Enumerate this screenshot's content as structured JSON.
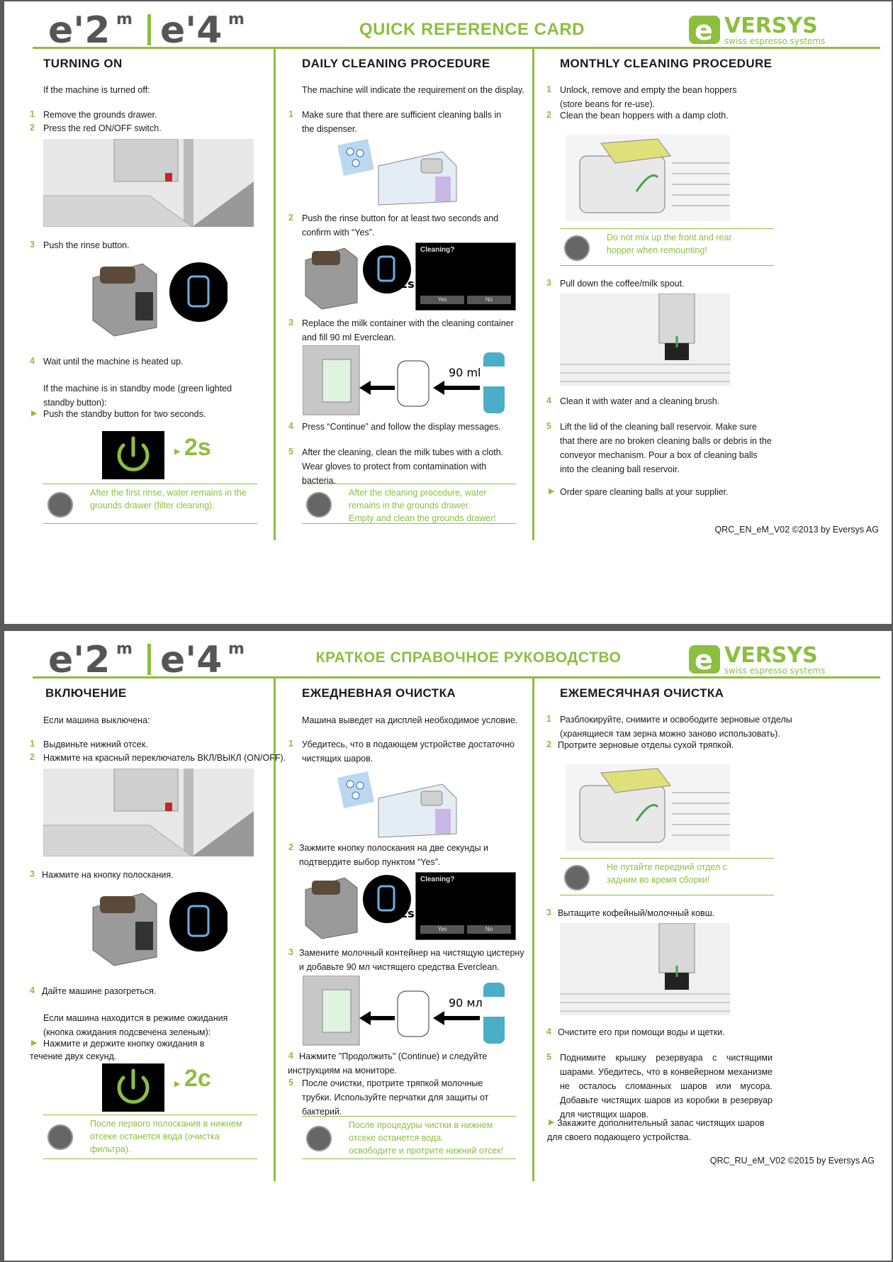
{
  "colors": {
    "accent": "#8cbf3f",
    "text": "#1a1a1a",
    "background": "#ffffff"
  },
  "en": {
    "title": "QUICK REFERENCE CARD",
    "brand": {
      "name": "VERSYS",
      "tagline": "swiss espresso systems"
    },
    "logo": {
      "left": "e'2",
      "right": "e'4",
      "sup": "m"
    },
    "col1": {
      "title": "TURNING ON",
      "intro": "If the machine is turned off:",
      "s1": "Remove the grounds drawer.",
      "s2": "Press the red ON/OFF switch.",
      "s3": "Push the rinse button.",
      "s4": "Wait until the machine is heated up.",
      "standby": "If the machine is in standby mode (green lighted standby button):",
      "push": "Push the standby button for two seconds.",
      "sec": "2s",
      "tip": "After the first rinse, water remains in the grounds drawer (filter cleaning)."
    },
    "col2": {
      "title": "DAILY CLEANING PROCEDURE",
      "intro": "The machine will indicate the requirement on the display.",
      "s1": "Make sure that there are sufficient cleaning balls in the dispenser.",
      "s2": "Push the rinse button for at least two seconds and confirm with “Yes”.",
      "screen_title": "Cleaning?",
      "yes": "Yes",
      "no": "No",
      "sec": "2s",
      "s3": "Replace the milk container with the cleaning container and fill 90 ml Everclean.",
      "ml": "90 ml",
      "s4": "Press “Continue” and follow the display messages.",
      "s5": "After the cleaning, clean the milk tubes with a cloth. Wear gloves to protect from contamination with bacteria.",
      "tip": "After the cleaning procedure, water remains in the grounds drawer.\nEmpty and clean the grounds drawer!"
    },
    "col3": {
      "title": "MONTHLY CLEANING PROCEDURE",
      "s1": "Unlock, remove and empty the bean hoppers (store beans for re-use).",
      "s2": "Clean the bean hoppers with a damp cloth.",
      "tip": "Do not mix up the front and rear hopper when remounting!",
      "s3": "Pull down the coffee/milk spout.",
      "s4": "Clean it with water and a cleaning brush.",
      "s5": "Lift the lid of the cleaning ball reservoir. Make sure that there are no broken cleaning balls or debris in the conveyor mechanism. Pour a box of cleaning balls into the cleaning ball reservoir.",
      "order": "Order spare cleaning balls at your supplier.",
      "footer": "QRC_EN_eM_V02 ©2013 by Eversys AG"
    }
  },
  "ru": {
    "title": "КРАТКОЕ СПРАВОЧНОЕ РУКОВОДСТВО",
    "col1": {
      "title": "ВКЛЮЧЕНИЕ",
      "intro": "Если машина выключена:",
      "s1": "Выдвиньте нижний отсек.",
      "s2": "Нажмите на красный переключатель ВКЛ/ВЫКЛ (ON/OFF).",
      "s3": "Нажмите на кнопку полоскания.",
      "s4": "Дайте машине разогреться.",
      "standby": "Если машина находится в режиме ожидания (кнопка ожидания подсвечена зеленым):",
      "push": "Нажмите и держите кнопку ожидания в",
      "push2": "течение двух секунд.",
      "sec": "2с",
      "tip": "После первого полоскания  в нижнем отсеке останется вода (очистка фильтра)."
    },
    "col2": {
      "title": "ЕЖЕДНЕВНАЯ ОЧИСТКА",
      "intro": "Машина выведет на дисплей необходимое условие.",
      "s1": "Убедитесь, что в подающем устройстве достаточно чистящих шаров.",
      "s2": "Зажмите кнопку полоскания на две секунды и подтвердите выбор пунктом “Yes”.",
      "screen_title": "Cleaning?",
      "yes": "Yes",
      "no": "No",
      "sec": "2s",
      "s3": "Замените молочный контейнер на чистящую цистерну и добавьте 90 мл чистящего средства Everclean.",
      "ml": "90 мл",
      "s4": "Нажмите \"Продолжить\" (Continue) и следуйте инструкциям на мониторе.",
      "s5": "После очистки, протрите тряпкой молочные трубки. Используйте перчатки для защиты от бактерий.",
      "tip": "После процедуры чистки в нижнем отсеке останется вода.\nосвободите и протрите нижний отсек!"
    },
    "col3": {
      "title": "ЕЖЕМЕСЯЧНАЯ ОЧИСТКА",
      "s1": "Разблокируйте, снимите и освободите зерновые отделы (хранящиеся там зерна можно заново использовать).",
      "s2": "Протрите зерновые отделы сухой тряпкой.",
      "tip": "Не путайте передний отдел с задним во время сборки!",
      "s3": "Вытащите кофейный/молочный ковш.",
      "s4": "Очистите его при помощи воды и щетки.",
      "s5": "Поднимите крышку резервуара с чистящими шарами. Убедитесь, что в конвейерном механизме не осталось сломанных шаров или мусора. Добавьте чистящих шаров из коробки в резервуар для чистящих шаров.",
      "order": "Закажите дополнительный запас чистящих шаров для своего подающего устройства.",
      "footer": "QRC_RU_eM_V02 ©2015 by Eversys AG"
    }
  }
}
